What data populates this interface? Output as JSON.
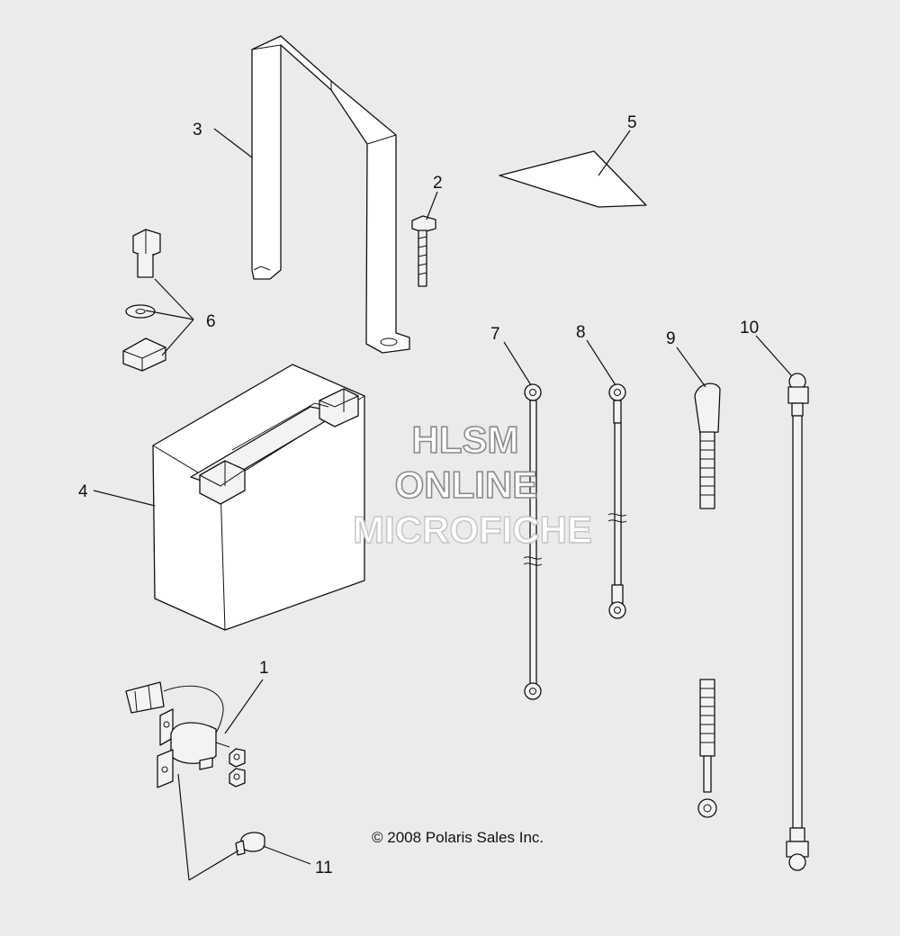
{
  "callouts": {
    "c1": "1",
    "c2": "2",
    "c3": "3",
    "c4": "4",
    "c5": "5",
    "c6": "6",
    "c7": "7",
    "c8": "8",
    "c9": "9",
    "c10": "10",
    "c11": "11"
  },
  "watermark": {
    "line1": "HLSM",
    "line2": "ONLINE",
    "line3": "MICROFICHE"
  },
  "copyright": "© 2008 Polaris Sales Inc."
}
